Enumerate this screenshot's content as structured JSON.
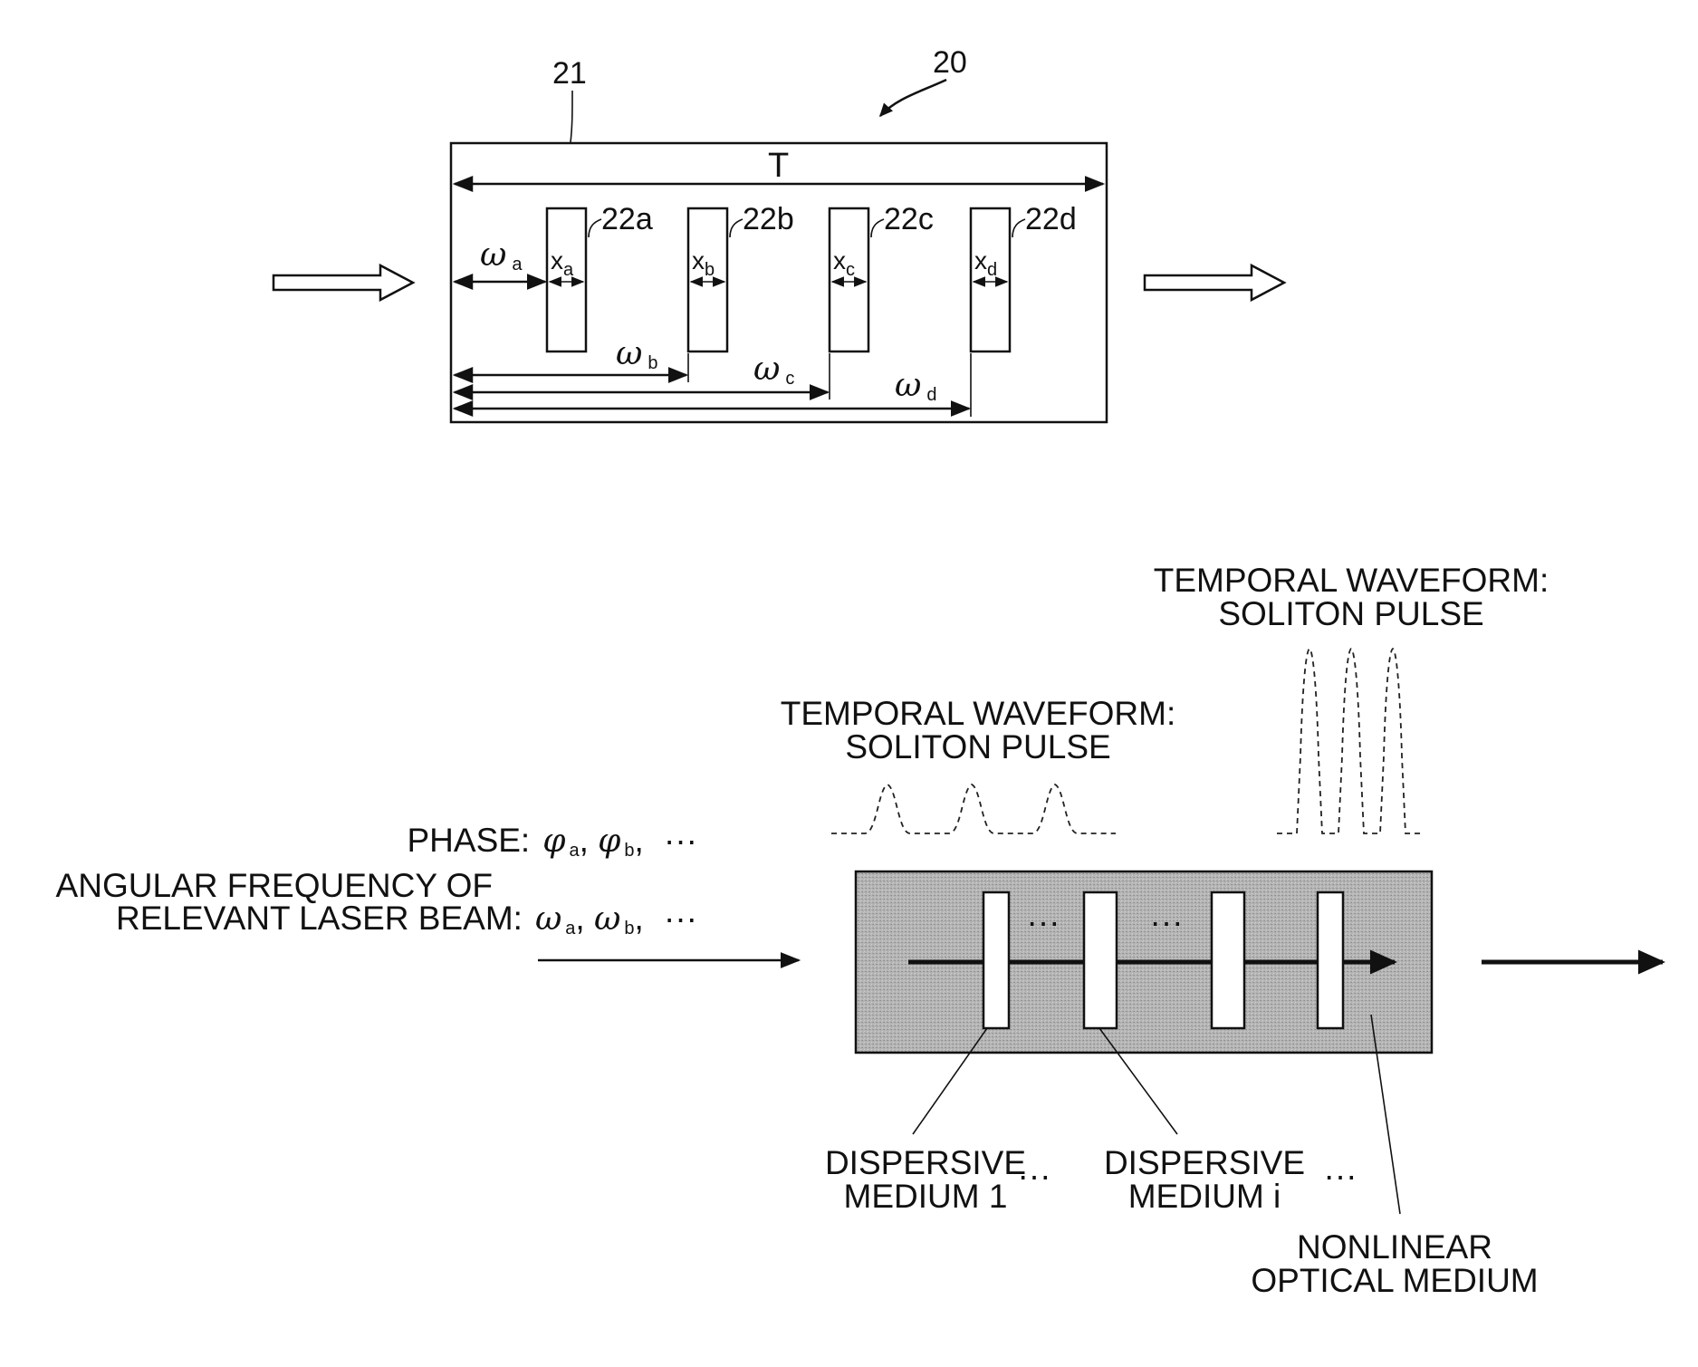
{
  "fig20": {
    "ref_device": "20",
    "ref_substrate": "21",
    "period_label": "T",
    "elements": [
      {
        "ref": "22a",
        "omega_sub": "a",
        "x_sub": "a"
      },
      {
        "ref": "22b",
        "omega_sub": "b",
        "x_sub": "b"
      },
      {
        "ref": "22c",
        "omega_sub": "c",
        "x_sub": "c"
      },
      {
        "ref": "22d",
        "omega_sub": "d",
        "x_sub": "d"
      }
    ],
    "omega_symbol": "ω",
    "x_symbol": "x"
  },
  "soliton": {
    "waveform_label_1": [
      "TEMPORAL WAVEFORM:",
      "SOLITON PULSE"
    ],
    "waveform_label_2": [
      "TEMPORAL WAVEFORM:",
      "SOLITON PULSE"
    ],
    "phase_prefix": "PHASE:",
    "phi_symbol": "φ",
    "phase_subs": [
      "a",
      "b"
    ],
    "freq_label_lines": [
      "ANGULAR FREQUENCY OF",
      "RELEVANT LASER BEAM:"
    ],
    "omega_symbol": "ω",
    "freq_subs": [
      "a",
      "b"
    ],
    "ellipsis": "···",
    "medium_1_lines": [
      "DISPERSIVE",
      "MEDIUM 1"
    ],
    "medium_i_lines": [
      "DISPERSIVE",
      "MEDIUM i"
    ],
    "nonlinear_lines": [
      "NONLINEAR",
      "OPTICAL MEDIUM"
    ]
  }
}
